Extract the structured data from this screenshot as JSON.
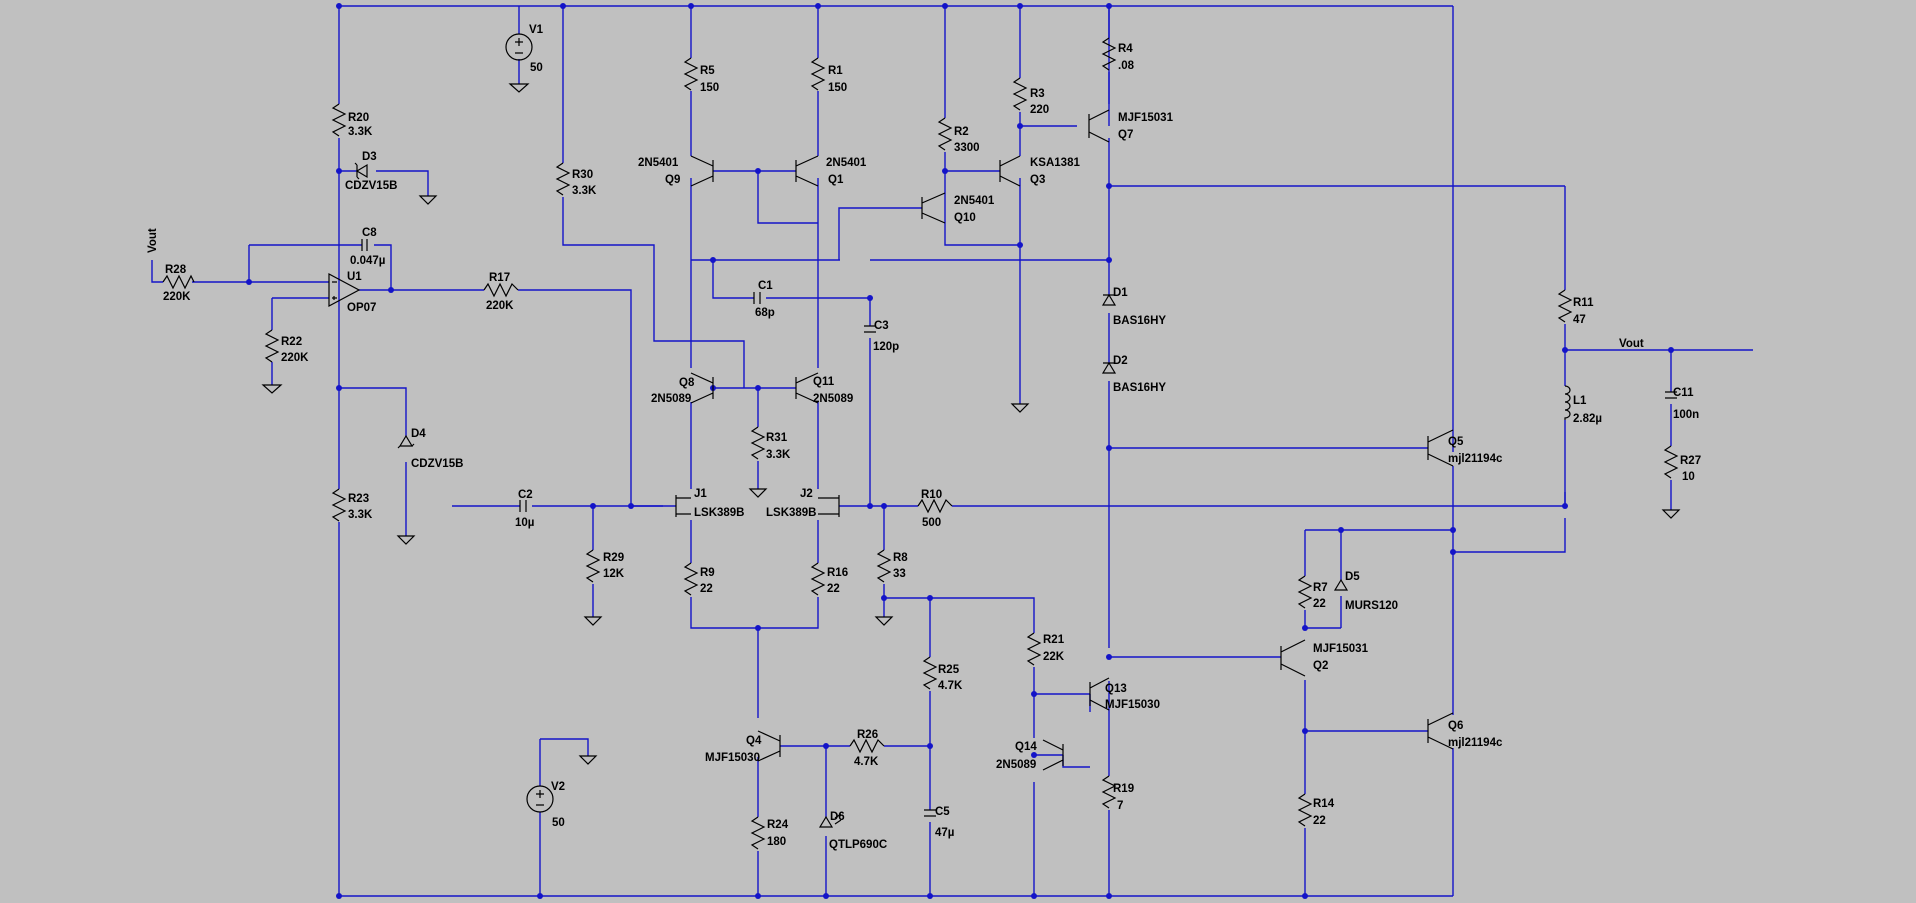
{
  "net_labels": {
    "vout_in": "Vout",
    "vout_out": "Vout"
  },
  "components": {
    "V1": {
      "ref": "V1",
      "value": "50"
    },
    "V2": {
      "ref": "V2",
      "value": "50"
    },
    "R1": {
      "ref": "R1",
      "value": "150"
    },
    "R2": {
      "ref": "R2",
      "value": "3300"
    },
    "R3": {
      "ref": "R3",
      "value": "220"
    },
    "R4": {
      "ref": "R4",
      "value": ".08"
    },
    "R5": {
      "ref": "R5",
      "value": "150"
    },
    "R7": {
      "ref": "R7",
      "value": "22"
    },
    "R8": {
      "ref": "R8",
      "value": "33"
    },
    "R9": {
      "ref": "R9",
      "value": "22"
    },
    "R10": {
      "ref": "R10",
      "value": "500"
    },
    "R11": {
      "ref": "R11",
      "value": "47"
    },
    "R14": {
      "ref": "R14",
      "value": "22"
    },
    "R16": {
      "ref": "R16",
      "value": "22"
    },
    "R17": {
      "ref": "R17",
      "value": "220K"
    },
    "R19": {
      "ref": "R19",
      "value": "7"
    },
    "R20": {
      "ref": "R20",
      "value": "3.3K"
    },
    "R21": {
      "ref": "R21",
      "value": "22K"
    },
    "R22": {
      "ref": "R22",
      "value": "220K"
    },
    "R23": {
      "ref": "R23",
      "value": "3.3K"
    },
    "R24": {
      "ref": "R24",
      "value": "180"
    },
    "R25": {
      "ref": "R25",
      "value": "4.7K"
    },
    "R26": {
      "ref": "R26",
      "value": "4.7K"
    },
    "R27": {
      "ref": "R27",
      "value": "10"
    },
    "R28": {
      "ref": "R28",
      "value": "220K"
    },
    "R29": {
      "ref": "R29",
      "value": "12K"
    },
    "R30": {
      "ref": "R30",
      "value": "3.3K"
    },
    "R31": {
      "ref": "R31",
      "value": "3.3K"
    },
    "C1": {
      "ref": "C1",
      "value": "68p"
    },
    "C2": {
      "ref": "C2",
      "value": "10µ"
    },
    "C3": {
      "ref": "C3",
      "value": "120p"
    },
    "C5": {
      "ref": "C5",
      "value": "47µ"
    },
    "C8": {
      "ref": "C8",
      "value": "0.047µ"
    },
    "C11": {
      "ref": "C11",
      "value": "100n"
    },
    "L1": {
      "ref": "L1",
      "value": "2.82µ"
    },
    "D1": {
      "ref": "D1",
      "value": "BAS16HY"
    },
    "D2": {
      "ref": "D2",
      "value": "BAS16HY"
    },
    "D3": {
      "ref": "D3",
      "value": "CDZV15B"
    },
    "D4": {
      "ref": "D4",
      "value": "CDZV15B"
    },
    "D5": {
      "ref": "D5",
      "value": "MURS120"
    },
    "D6": {
      "ref": "D6",
      "value": "QTLP690C"
    },
    "U1": {
      "ref": "U1",
      "value": "OP07"
    },
    "J1": {
      "ref": "J1",
      "value": "LSK389B"
    },
    "J2": {
      "ref": "J2",
      "value": "LSK389B"
    },
    "Q1": {
      "ref": "Q1",
      "value": "2N5401"
    },
    "Q2": {
      "ref": "Q2",
      "value": "MJF15031"
    },
    "Q3": {
      "ref": "Q3",
      "value": "KSA1381"
    },
    "Q4": {
      "ref": "Q4",
      "value": "MJF15030"
    },
    "Q5": {
      "ref": "Q5",
      "value": "mjl21194c"
    },
    "Q6": {
      "ref": "Q6",
      "value": "mjl21194c"
    },
    "Q7": {
      "ref": "Q7",
      "value": "MJF15031"
    },
    "Q8": {
      "ref": "Q8",
      "value": "2N5089"
    },
    "Q9": {
      "ref": "Q9",
      "value": "2N5401"
    },
    "Q10": {
      "ref": "Q10",
      "value": "2N5401"
    },
    "Q11": {
      "ref": "Q11",
      "value": "2N5089"
    },
    "Q13": {
      "ref": "Q13",
      "value": "MJF15030"
    },
    "Q14": {
      "ref": "Q14",
      "value": "2N5089"
    }
  },
  "colors": {
    "background": "#c0c0c0",
    "wire": "#1414c8",
    "component": "#000000"
  }
}
